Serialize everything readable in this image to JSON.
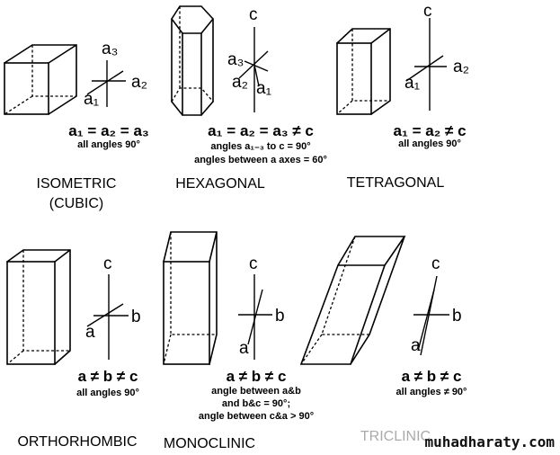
{
  "systems": {
    "isometric": {
      "name": "ISOMETRIC",
      "name2": "(CUBIC)",
      "axes": [
        "a₃",
        "a₂",
        "a₁"
      ],
      "relation": "a₁ = a₂ = a₃",
      "angles": [
        "all angles 90°"
      ]
    },
    "hexagonal": {
      "name": "HEXAGONAL",
      "axes": [
        "c",
        "a₃",
        "a₂",
        "a₁"
      ],
      "relation": "a₁ = a₂ = a₃ ≠ c",
      "angles": [
        "angles a₁₋₃ to c =  90°",
        "angles between a axes = 60°"
      ]
    },
    "tetragonal": {
      "name": "TETRAGONAL",
      "axes": [
        "c",
        "a₂",
        "a₁"
      ],
      "relation": "a₁ = a₂ ≠ c",
      "angles": [
        "all angles 90°"
      ]
    },
    "orthorhombic": {
      "name": "ORTHORHOMBIC",
      "axes": [
        "c",
        "b",
        "a"
      ],
      "relation": "a ≠ b ≠ c",
      "angles": [
        "all angles 90°"
      ]
    },
    "monoclinic": {
      "name": "MONOCLINIC",
      "axes": [
        "c",
        "b",
        "a"
      ],
      "relation": "a ≠ b ≠ c",
      "angles": [
        "angle between a&b",
        "and b&c = 90°;",
        "angle between c&a > 90°"
      ]
    },
    "triclinic": {
      "name": "TRICLINIC",
      "axes": [
        "c",
        "b",
        "a"
      ],
      "relation": "a ≠ b ≠ c",
      "angles": [
        "all angles ≠ 90°"
      ]
    }
  },
  "watermark": "muhadharaty.com"
}
